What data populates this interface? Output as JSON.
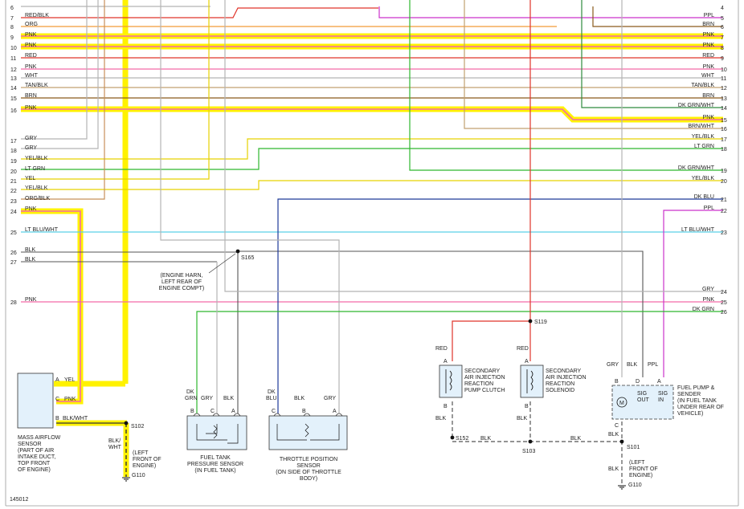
{
  "diagram_id": "145012",
  "left_rows": [
    {
      "num": "6",
      "label": ""
    },
    {
      "num": "7",
      "label": "RED/BLK"
    },
    {
      "num": "8",
      "label": "ORG"
    },
    {
      "num": "9",
      "label": "PNK"
    },
    {
      "num": "10",
      "label": "PNK"
    },
    {
      "num": "11",
      "label": "RED"
    },
    {
      "num": "12",
      "label": "PNK"
    },
    {
      "num": "13",
      "label": "WHT"
    },
    {
      "num": "14",
      "label": "TAN/BLK"
    },
    {
      "num": "15",
      "label": "BRN"
    },
    {
      "num": "16",
      "label": "PNK"
    },
    {
      "num": "17",
      "label": "GRY"
    },
    {
      "num": "18",
      "label": "GRY"
    },
    {
      "num": "19",
      "label": "YEL/BLK"
    },
    {
      "num": "20",
      "label": "LT GRN"
    },
    {
      "num": "21",
      "label": "YEL"
    },
    {
      "num": "22",
      "label": "YEL/BLK"
    },
    {
      "num": "23",
      "label": "ORG/BLK"
    },
    {
      "num": "24",
      "label": "PNK"
    },
    {
      "num": "25",
      "label": "LT BLU/WHT"
    },
    {
      "num": "26",
      "label": "BLK"
    },
    {
      "num": "27",
      "label": "BLK"
    },
    {
      "num": "28",
      "label": "PNK"
    }
  ],
  "right_rows": [
    {
      "num": "4",
      "label": ""
    },
    {
      "num": "5",
      "label": "PPL"
    },
    {
      "num": "6",
      "label": "BRN"
    },
    {
      "num": "7",
      "label": "PNK"
    },
    {
      "num": "8",
      "label": "PNK"
    },
    {
      "num": "9",
      "label": "RED"
    },
    {
      "num": "10",
      "label": "PNK"
    },
    {
      "num": "11",
      "label": "WHT"
    },
    {
      "num": "12",
      "label": "TAN/BLK"
    },
    {
      "num": "13",
      "label": "BRN"
    },
    {
      "num": "14",
      "label": "DK GRN/WHT"
    },
    {
      "num": "15",
      "label": "PNK"
    },
    {
      "num": "16",
      "label": "BRN/WHT"
    },
    {
      "num": "17",
      "label": "YEL/BLK"
    },
    {
      "num": "18",
      "label": "LT GRN"
    },
    {
      "num": "19",
      "label": "DK GRN/WHT"
    },
    {
      "num": "20",
      "label": "YEL/BLK"
    },
    {
      "num": "21",
      "label": "DK BLU"
    },
    {
      "num": "22",
      "label": "PPL"
    },
    {
      "num": "23",
      "label": "LT BLU/WHT"
    },
    {
      "num": "24",
      "label": "GRY"
    },
    {
      "num": "25",
      "label": "PNK"
    },
    {
      "num": "26",
      "label": "DK GRN"
    }
  ],
  "splices": {
    "s165": "S165",
    "s119": "S119",
    "s152": "S152",
    "s103": "S103",
    "s102": "S102",
    "s101": "S101",
    "g110a": "G110",
    "g110b": "G110"
  },
  "notes": {
    "engine_harness": [
      "(ENGINE HARN,",
      "LEFT REAR OF",
      "ENGINE COMPT)"
    ],
    "left_front_1": [
      "(LEFT",
      "FRONT OF",
      "ENGINE)"
    ],
    "left_front_2": [
      "(LEFT",
      "FRONT OF",
      "ENGINE)"
    ]
  },
  "maf": {
    "name": [
      "MASS AIRFLOW",
      "SENSOR",
      "(PART OF AIR",
      "INTAKE DUCT,",
      "TOP FRONT",
      "OF ENGINE)"
    ],
    "pin_a": "A",
    "wire_a": "YEL",
    "pin_c": "C",
    "wire_c": "PNK",
    "pin_b": "B",
    "wire_b": "BLK/WHT",
    "ground_wire": [
      "BLK/",
      "WHT"
    ]
  },
  "ftp": {
    "name": [
      "FUEL TANK",
      "PRESSURE SENSOR",
      "(IN FUEL TANK)"
    ],
    "wire_b": [
      "DK",
      "GRN"
    ],
    "wire_c": "GRY",
    "wire_a": "BLK",
    "pin_b": "B",
    "pin_c": "C",
    "pin_a": "A"
  },
  "tps": {
    "name": [
      "THROTTLE POSITION",
      "SENSOR",
      "(ON SIDE OF THROTTLE",
      "BODY)"
    ],
    "wire_c": [
      "DK",
      "BLU"
    ],
    "wire_b": "BLK",
    "wire_a": "GRY",
    "pin_c": "C",
    "pin_b": "B",
    "pin_a": "A"
  },
  "clutch": {
    "name": [
      "SECONDARY",
      "AIR INJECTION",
      "REACTION",
      "PUMP CLUTCH"
    ],
    "wire_top": "RED",
    "wire_bottom": "BLK",
    "pin_a": "A",
    "pin_b": "B"
  },
  "solenoid": {
    "name": [
      "SECONDARY",
      "AIR INJECTION",
      "REACTION",
      "SOLENOID"
    ],
    "wire_top": "RED",
    "wire_bottom": "BLK",
    "pin_a": "A",
    "pin_b": "B"
  },
  "pump": {
    "name": [
      "FUEL PUMP &",
      "SENDER",
      "(IN FUEL TANK",
      "UNDER REAR OF",
      "VEHICLE)"
    ],
    "wire_b": "GRY",
    "wire_d": "BLK",
    "wire_a": "PPL",
    "pin_b": "B",
    "pin_d": "D",
    "pin_a": "A",
    "pin_c": "C",
    "wire_c": "BLK",
    "ground_wire": "BLK",
    "sig_out": [
      "SIG",
      "OUT"
    ],
    "sig_in": [
      "SIG",
      "IN"
    ],
    "motor": "M"
  },
  "ground_bus_labels": [
    "BLK",
    "BLK"
  ],
  "colors": {
    "pink": "#f36ba8",
    "yellow_highlight": "#fff200",
    "red": "#e0342a",
    "purple": "#cc33cc",
    "orange": "#f29a38",
    "brown": "#8a5a1c",
    "tan": "#c2a070",
    "gray": "#b4b4b4",
    "green": "#2eb82e",
    "blue": "#1f3a99",
    "lightblue": "#5ad0e8",
    "black": "#555555"
  }
}
